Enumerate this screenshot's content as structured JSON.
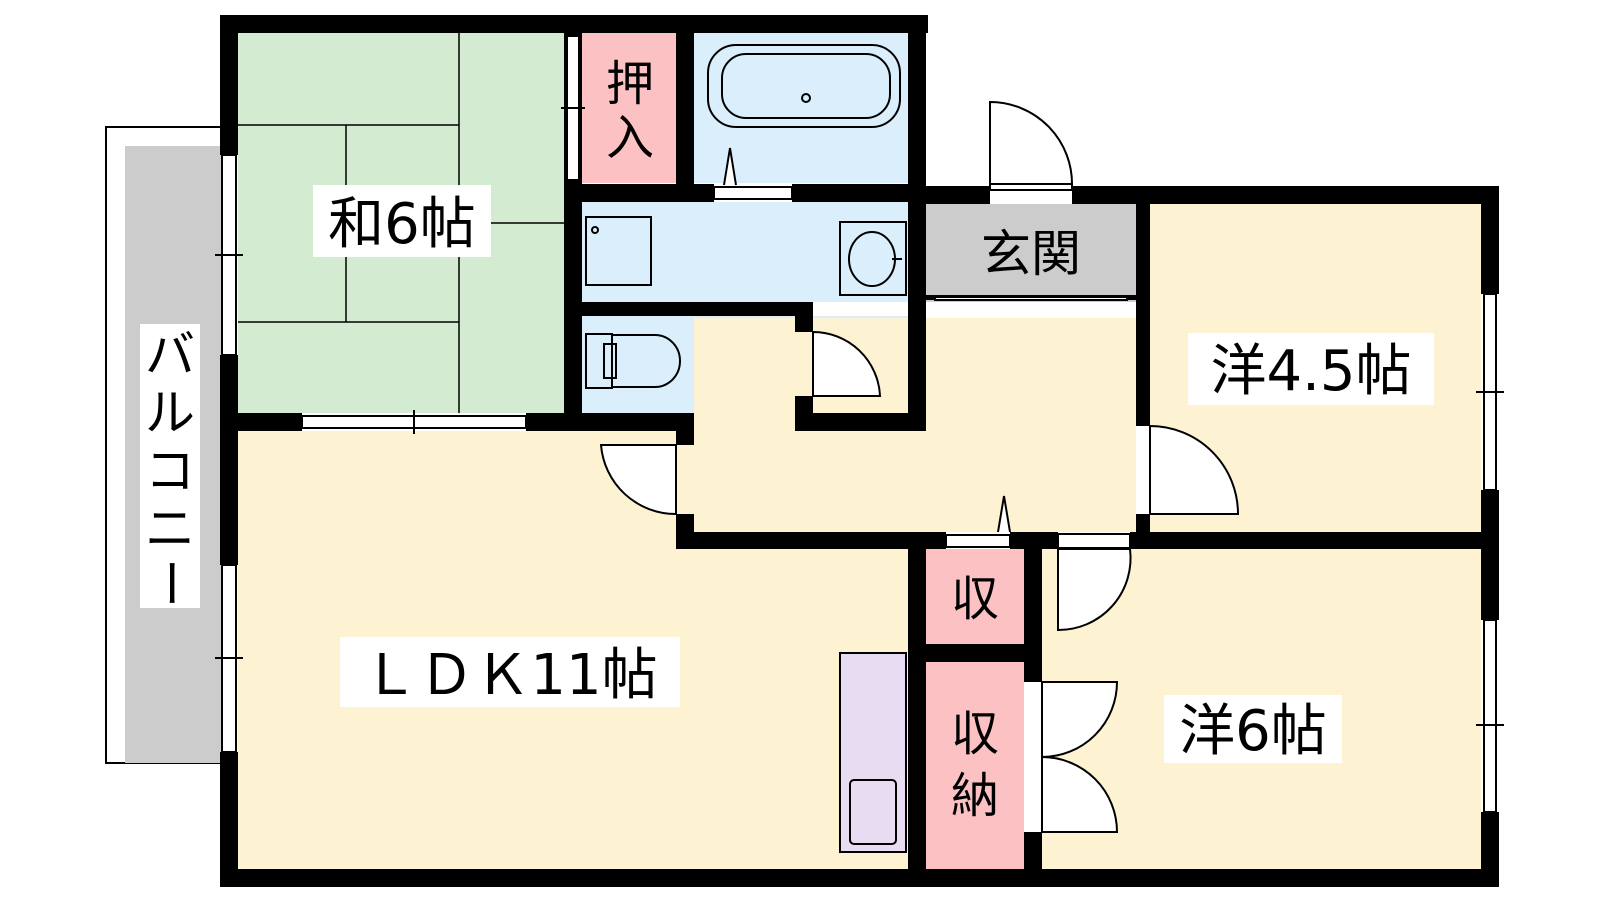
{
  "rooms": {
    "washitsu": "和6帖",
    "oshiire_top": "押",
    "oshiire_bottom": "入",
    "genkan": "玄関",
    "yo45": "洋4.5帖",
    "ldk": "ＬＤＫ11帖",
    "shu": "収",
    "shuno_top": "収",
    "shuno_bottom": "納",
    "yo6": "洋6帖",
    "balcony": [
      "バ",
      "ル",
      "コ",
      "ニ",
      "ー"
    ]
  },
  "colors": {
    "tatami": "#d3ebd0",
    "wood": "#fdf3d2",
    "wet": "#daeefc",
    "storage": "#fcc2c3",
    "genkan": "#cccccc",
    "kitchen": "#e8dcf2",
    "balcony": "#cccccc",
    "wall": "#000000"
  }
}
